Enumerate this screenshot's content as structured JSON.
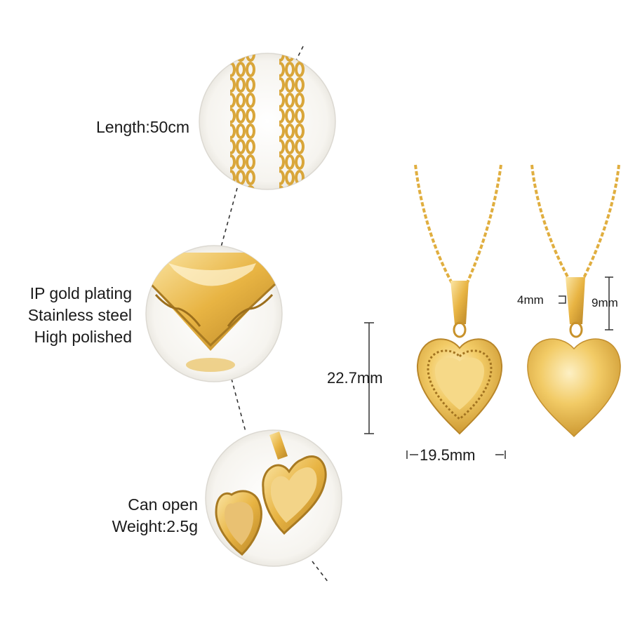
{
  "features": {
    "chain": {
      "lines": [
        "Length:50cm"
      ]
    },
    "plating": {
      "lines": [
        "IP gold plating",
        "Stainless steel",
        "High polished"
      ]
    },
    "locket": {
      "lines": [
        "Can open",
        "Weight:2.5g"
      ]
    }
  },
  "dimensions": {
    "height": "22.7mm",
    "width": "19.5mm",
    "bail_width": "4mm",
    "bail_height": "9mm"
  },
  "colors": {
    "gold": "#e9b948",
    "gold_light": "#fbe3a0",
    "gold_dark": "#b8862a"
  }
}
